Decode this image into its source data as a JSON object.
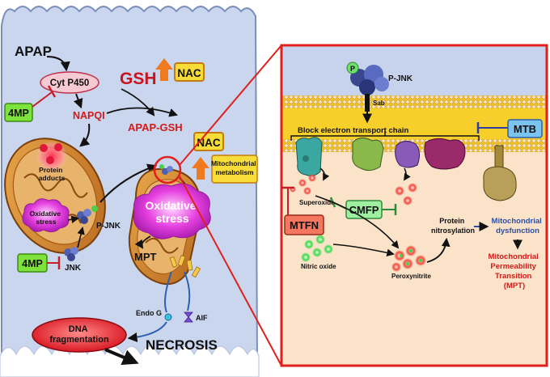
{
  "cell": {
    "apap": "APAP",
    "cyp450": "Cyt P450",
    "napqi": "NAPQI",
    "gsh": "GSH",
    "nac_top": "NAC",
    "apap_gsh": "APAP-GSH",
    "inhibitor_4mp_top": "4MP",
    "protein_adducts": "Protein adducts",
    "oxidative_stress_small": "Oxidative stress",
    "pjnk": "P-JNK",
    "inhibitor_4mp_bottom": "4MP",
    "jnk": "JNK",
    "nac_mid": "NAC",
    "mito_metabolism": "Mitochondrial metabolism",
    "oxidative_stress_big": "Oxidative stress",
    "mpt": "MPT",
    "endo_g": "Endo G",
    "aif": "AIF",
    "dna_fragmentation": "DNA fragmentation",
    "necrosis": "NECROSIS"
  },
  "inset": {
    "p_badge": "P",
    "pjnk": "P-JNK",
    "sab": "Sab",
    "block_etc": "Block electron transport chain",
    "mtb": "MTB",
    "superoxide": "Superoxide",
    "cmfp": "CMFP",
    "mtfn": "MTFN",
    "nitric_oxide": "Nitric oxide",
    "peroxynitrite": "Peroxynitrite",
    "protein_nitrosylation": "Protein nitrosylation",
    "mito_dysfunction": "Mitochondrial dysfunction",
    "mpt_long": "Mitochondrial Permeability Transition (MPT)"
  },
  "colors": {
    "cell_fill": "#c9d6ee",
    "cell_border": "#7a8fb8",
    "inset_border": "#e0201c",
    "inset_cytosol": "#fbe3c9",
    "inset_top": "#c7d3ec",
    "membrane": "#f6cf2a",
    "inhibitor_green": "#7ee23c",
    "mtb_blue": "#7cc4f0",
    "cmfp_green": "#9ef0a0",
    "mtfn_red": "#f4775f",
    "nac_orange": "#f39a1e",
    "text_red": "#d21a1a",
    "text_blue": "#2f4fa0"
  }
}
